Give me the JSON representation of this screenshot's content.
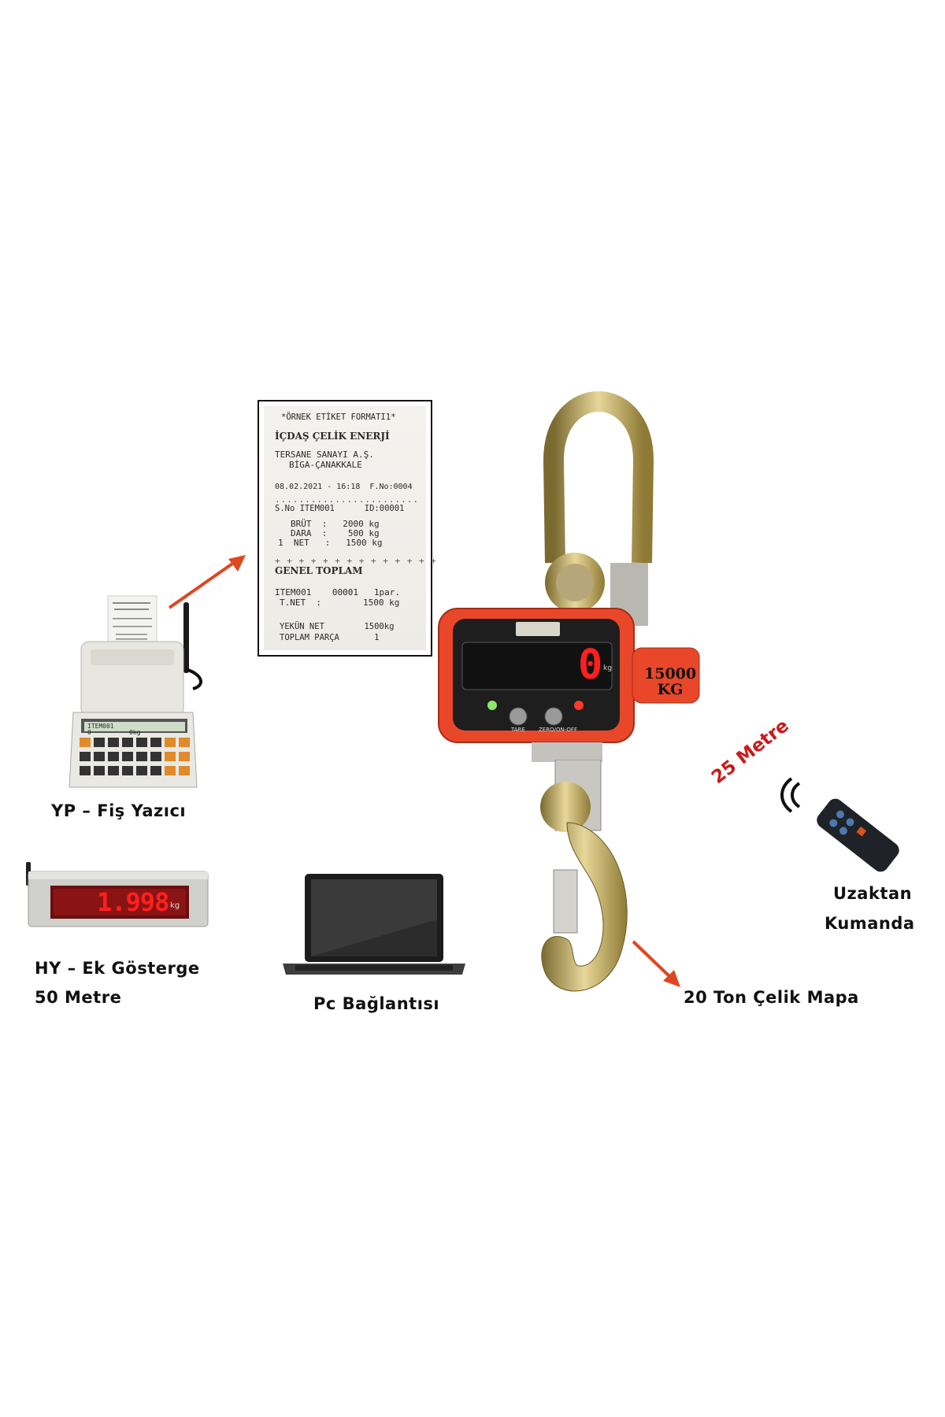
{
  "colors": {
    "accent_red": "#e0461f",
    "scale_body": "#e9472a",
    "led_red": "#ff1f1f",
    "hook_gold": "#c9a63a",
    "caption_text": "#111111"
  },
  "receipt": {
    "line1": "*ÖRNEK ETİKET FORMATI1*",
    "line2": "İÇDAŞ ÇELİK ENERJİ",
    "line3": "TERSANE SANAYI A.Ş.",
    "line4": "BİGA-ÇANAKKALE",
    "line5": "08.02.2021 - 16:18  F.No:0004",
    "line6": "S.No ITEM001      ID:00001",
    "line7": "BRÜT  :   2000 kg",
    "line8": "DARA  :    500 kg",
    "line9": "1  NET   :   1500 kg",
    "line10": "GENEL TOPLAM",
    "line11": "ITEM001    00001   1par.",
    "line12": "T.NET  :        1500 kg",
    "line13": "YEKÜN NET        1500kg",
    "line14": "TOPLAM PARÇA       1"
  },
  "printer": {
    "display_line1": "ITEM001",
    "display_line2": "0          0kg"
  },
  "crane_scale": {
    "display_value": "0",
    "display_unit": "kg",
    "tare_label": "TARE",
    "zero_label": "ZERO/ON-OFF",
    "capacity_line1": "15000",
    "capacity_line2": "KG"
  },
  "ek_gosterge": {
    "display_value": "1.998",
    "display_unit": "kg"
  },
  "remote": {
    "range_label": "25 Metre"
  },
  "captions": {
    "printer": "YP – Fiş Yazıcı",
    "display_line1": "HY – Ek Gösterge",
    "display_line2": "50 Metre",
    "pc": "Pc Bağlantısı",
    "hook": "20  Ton Çelik Mapa",
    "remote_line1": "Uzaktan",
    "remote_line2": "Kumanda"
  }
}
